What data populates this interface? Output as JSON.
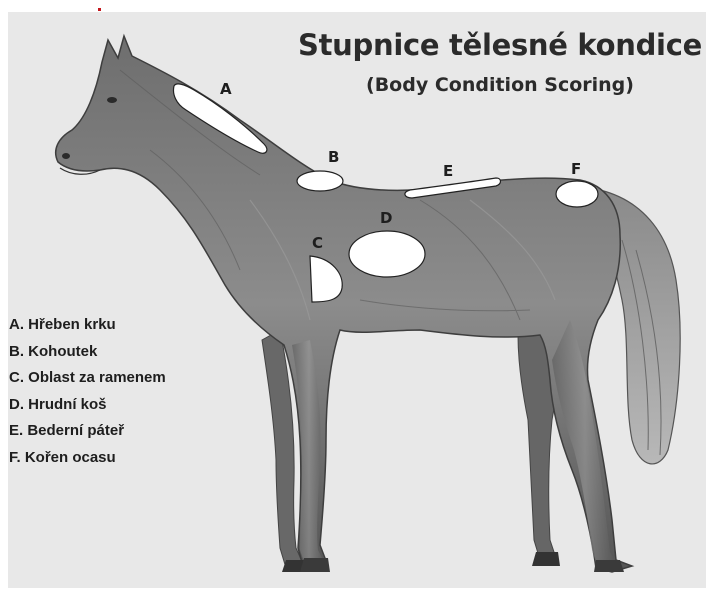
{
  "title": "Stupnice tělesné kondice",
  "subtitle": "(Body Condition Scoring)",
  "regions": [
    {
      "letter": "A",
      "name": "Hřeben krku"
    },
    {
      "letter": "B",
      "name": "Kohoutek"
    },
    {
      "letter": "C",
      "name": "Oblast za ramenem"
    },
    {
      "letter": "D",
      "name": "Hrudní koš"
    },
    {
      "letter": "E",
      "name": "Bederní páteř"
    },
    {
      "letter": "F",
      "name": "Kořen ocasu"
    }
  ],
  "legend": [
    "A. Hřeben krku",
    "B. Kohoutek",
    "C. Oblast za ramenem",
    "D. Hrudní koš",
    "E. Bederní páteř",
    "F. Kořen ocasu"
  ],
  "colors": {
    "background": "#e8e8e8",
    "horse_dark": "#4a4a4a",
    "horse_mid": "#7a7a7a",
    "region_fill": "#ffffff",
    "text": "#1e1e1e"
  }
}
